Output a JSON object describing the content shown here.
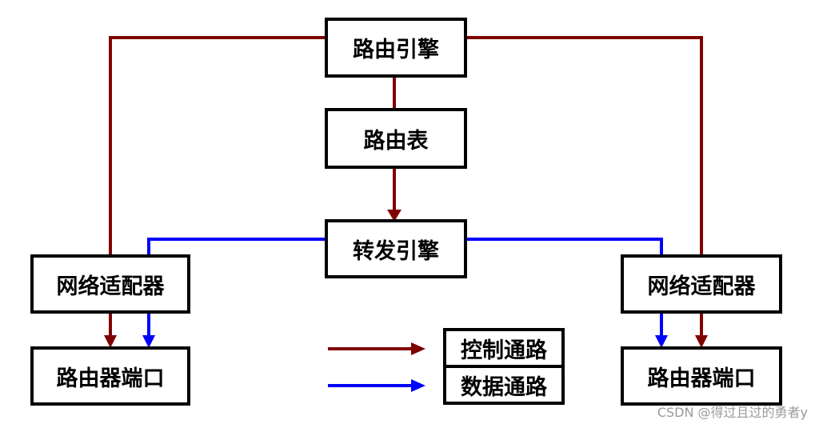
{
  "colors": {
    "control": "#800000",
    "data": "#0000ff",
    "border": "#000000",
    "background": "#ffffff"
  },
  "nodes": {
    "routing_engine": "路由引擎",
    "routing_table": "路由表",
    "forwarding_engine": "转发引擎",
    "network_adapter_left": "网络适配器",
    "network_adapter_right": "网络适配器",
    "router_port_left": "路由器端口",
    "router_port_right": "路由器端口"
  },
  "legend": {
    "control_path": "控制通路",
    "data_path": "数据通路"
  },
  "watermark": "CSDN @得过且过的勇者y"
}
